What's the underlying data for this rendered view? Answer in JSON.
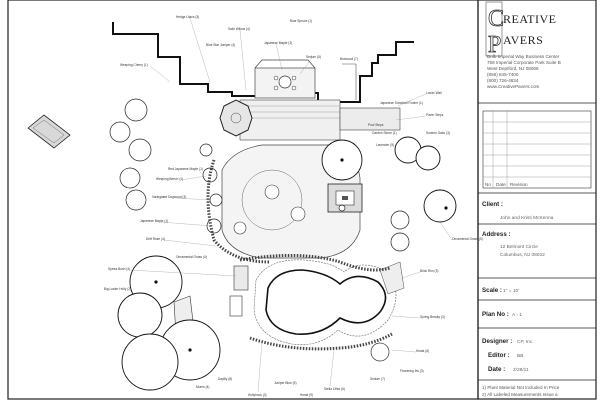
{
  "company": {
    "logo_name": "Creative Pavers",
    "address_lines": [
      "Bnfb Imperial Way Business Center",
      "756 Imperial Corporate Park Suite B",
      "West Deptford, NJ 08066",
      "(856) 845-7400",
      "(800) 726-4634",
      "www.CreativePavers.com"
    ]
  },
  "revision_table": {
    "headers": [
      "No",
      "Date",
      "Revision"
    ],
    "rows": 6
  },
  "fields": {
    "client_label": "Client :",
    "client_value": "John and Kristi McKenna",
    "address_label": "Address :",
    "address_line1": "12 Belmont Circle",
    "address_line2": "Columbus, NJ 08022",
    "scale_label": "Scale :",
    "scale_value": "1\" = 10'",
    "plan_label": "Plan No :",
    "plan_value": "A - 1",
    "designer_label": "Designer :",
    "designer_value": "CP, Inc.",
    "editor_label": "Editor :",
    "editor_value": "BB",
    "date_label": "Date :",
    "date_value": "2/28/11"
  },
  "notes": [
    "1) Plant Material Not Included In Price",
    "2) All Labeled Measurements Issue a"
  ],
  "callouts": {
    "top": [
      "Hedge Lilacs (3)",
      "Salix Willow (4)",
      "Japanese Maple (3)",
      "Sedum (5)",
      "Boxwood (7)",
      "Weeping Cherry (1)",
      "Blue Star Juniper (4)",
      "Blue Spruce (1)"
    ],
    "left": [
      "Weeping Beech (1)",
      "Variegated Dogwood (3)",
      "Japanese Maple (1)",
      "Drift Rose (4)",
      "Spirea Bush (4)",
      "Red Japanese Maple (1)",
      "Ornamental Grass (4)",
      "Big Luster Holly (2)"
    ],
    "right": [
      "Lower Wall",
      "Japanese Snowbell Fowler (1)",
      "Paver Steps",
      "Pool Steps",
      "Garden Stone (1)",
      "Lavender (5)",
      "Sunken Oaks (3)",
      "Ornamental Grass (5)",
      "Brick Rim (3)",
      "Spring Beauty (3)",
      "Hosta (6)",
      "Flowering Iris (3)"
    ],
    "bottom": [
      "Stella Lilies (6)",
      "Hollyhock (3)",
      "Daylily (8)",
      "Sedum (7)",
      "Juniper Blue (5)",
      "Mums (4)",
      "Hosta (9)"
    ]
  }
}
